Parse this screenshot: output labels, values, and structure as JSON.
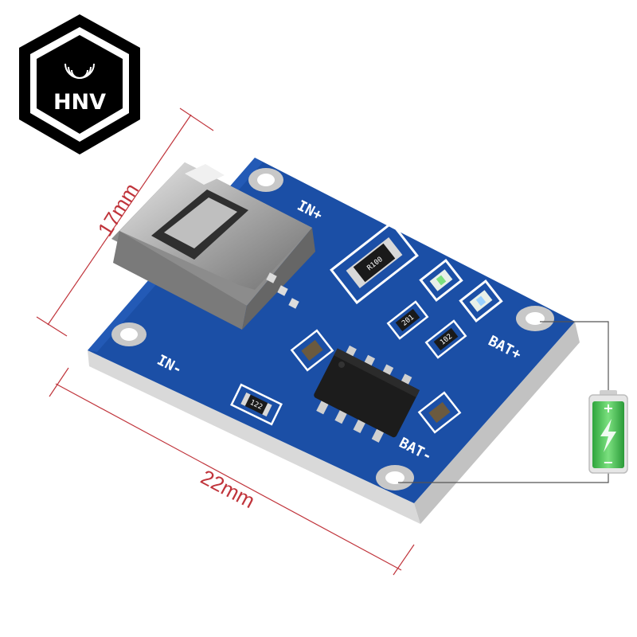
{
  "logo": {
    "text": "HNV"
  },
  "board": {
    "pin_labels": {
      "in_plus": "IN+",
      "in_minus": "IN-",
      "bat_plus": "BAT+",
      "bat_minus": "BAT-"
    },
    "component_markings": {
      "sense_resistor": "R100",
      "resistor_a": "201",
      "resistor_b": "102",
      "resistor_c": "122"
    }
  },
  "dimensions": {
    "height_label": "17mm",
    "width_label": "22mm"
  },
  "battery": {
    "plus_symbol": "+",
    "minus_symbol": "−"
  },
  "colors": {
    "pcb_blue": "#1b4fa6",
    "silkscreen": "#ffffff",
    "dimension_red": "#c0343b",
    "battery_green": "#3cc24a"
  }
}
